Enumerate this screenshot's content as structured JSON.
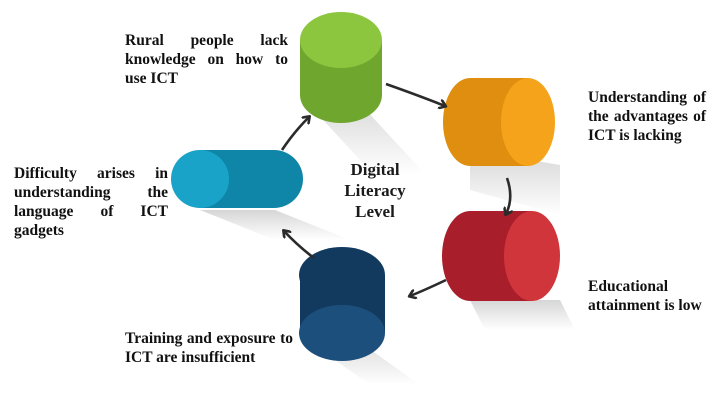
{
  "center": {
    "line1": "Digital",
    "line2": "Literacy",
    "line3": "Level"
  },
  "labels": {
    "knowledge": "Rural people lack knowledge on how to use ICT",
    "advantages": "Understanding of the advantages of ICT is lacking",
    "education": "Educational attainment is low",
    "training": "Training and exposure to ICT are insufficient",
    "language": "Difficulty arises in understanding the language of ICT gadgets"
  },
  "colors": {
    "green": "#8cc63f",
    "orange": "#f5a31a",
    "red": "#d0353c",
    "navy": "#1d4f7d",
    "cyan": "#1aa3c9",
    "arrow": "#2b2b2b"
  },
  "icons": {
    "cycle_arrows": "curved-arrow-icon"
  }
}
